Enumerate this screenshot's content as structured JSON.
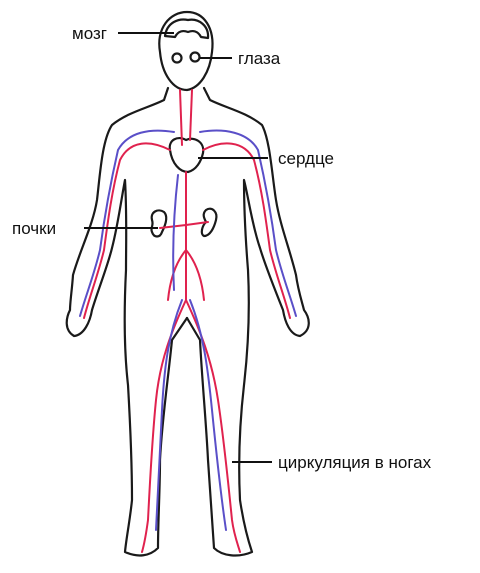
{
  "labels": {
    "brain": "мозг",
    "eyes": "глаза",
    "heart": "сердце",
    "kidneys": "почки",
    "legs": "циркуляция в ногах"
  },
  "colors": {
    "artery": "#e0224e",
    "vein": "#5a4fc8",
    "outline": "#1a1a1a"
  }
}
